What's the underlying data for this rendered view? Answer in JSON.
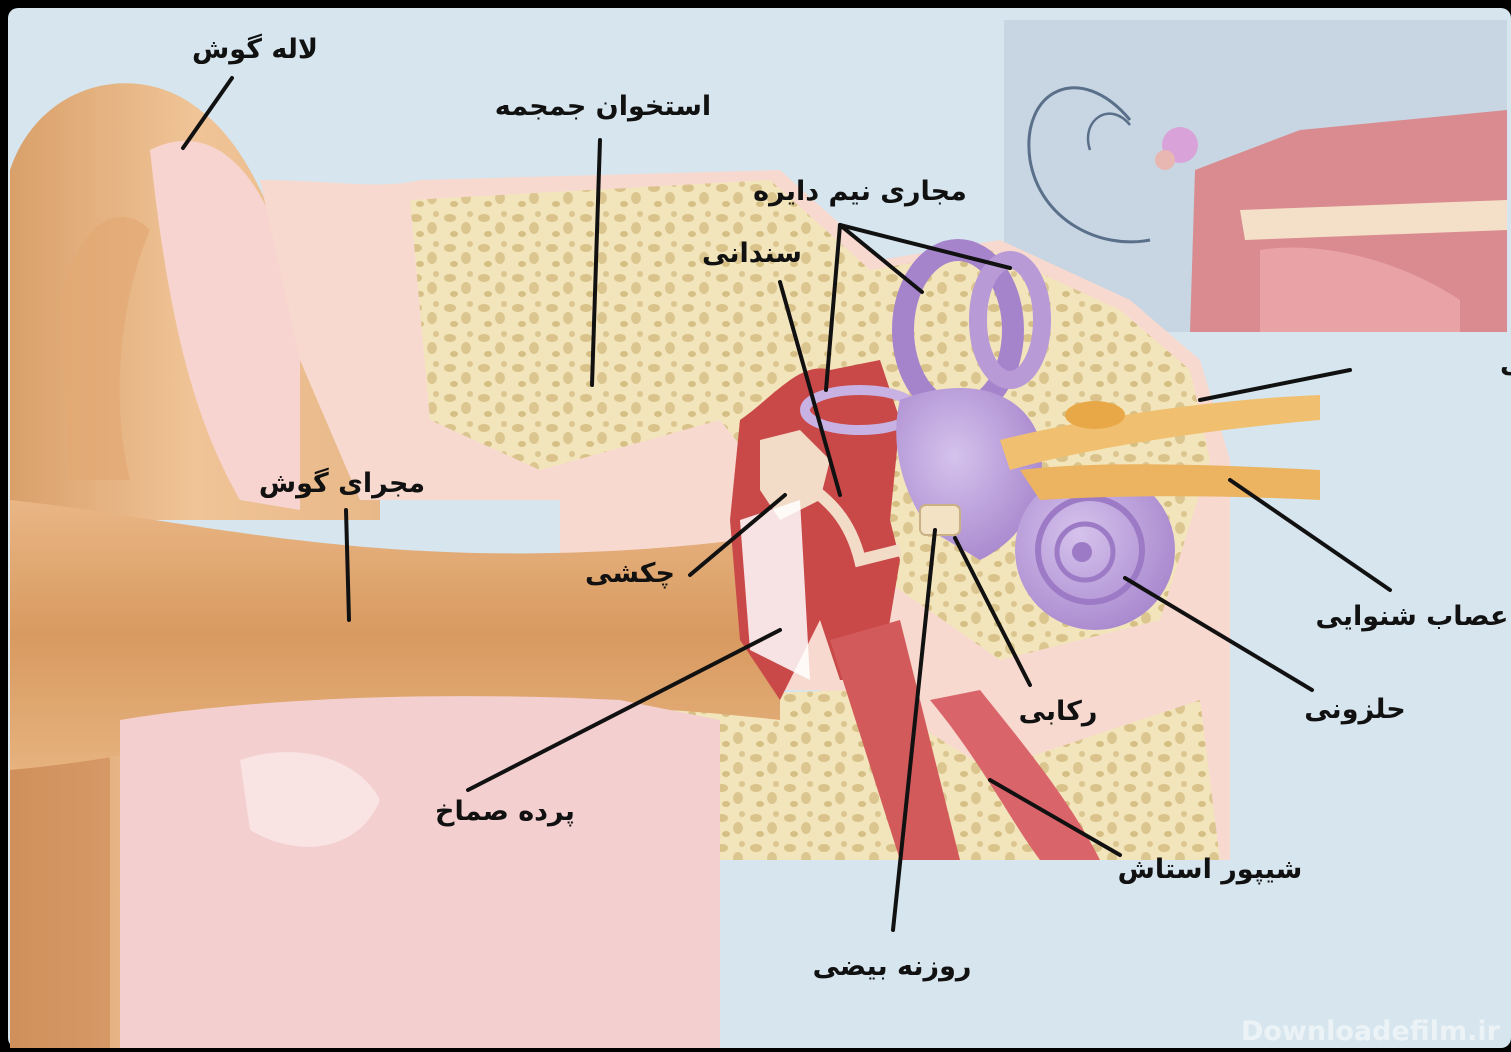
{
  "labels": {
    "pinna": "لاله گوش",
    "skull_bone": "استخوان جمجمه",
    "semicircular_canals": "مجاری نیم دایره",
    "incus": "سندانی",
    "ear_canal": "مجرای گوش",
    "malleus": "چکشی",
    "vestibular_nerve": "عصاب تعادلی",
    "auditory_nerve": "عصاب شنوایی",
    "cochlea": "حلزونی",
    "stapes": "رکابی",
    "eardrum": "پرده صماخ",
    "eustachian_tube": "شیپور استاش",
    "oval_window": "روزنه بیضی"
  },
  "watermark": "Downloadefilm.ir",
  "colors": {
    "background": "#d4e4ee",
    "skin": "#e8b98c",
    "skin_dark": "#c98a55",
    "pink_tissue": "#f2c6c6",
    "bone": "#f2e3b8",
    "bone_pores": "#d9c38a",
    "inner_ear": "#b79ad6",
    "middle_ear_red": "#c94a4a",
    "nerve": "#f0c070",
    "label_text": "#111111",
    "leader_line": "#111111"
  }
}
